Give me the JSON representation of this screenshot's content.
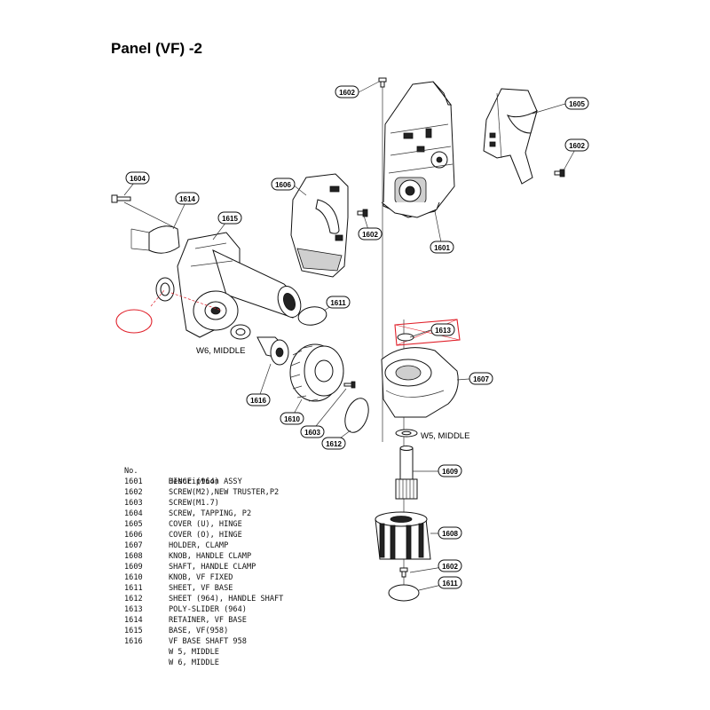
{
  "page": {
    "title": "Panel (VF) -2"
  },
  "callouts": {
    "c1601": "1601",
    "c1602a": "1602",
    "c1602b": "1602",
    "c1602c": "1602",
    "c1602d": "1602",
    "c1603": "1603",
    "c1604": "1604",
    "c1605": "1605",
    "c1606": "1606",
    "c1607": "1607",
    "c1608": "1608",
    "c1609": "1609",
    "c1610": "1610",
    "c1611a": "1611",
    "c1611b": "1611",
    "c1612": "1612",
    "c1613": "1613",
    "c1614": "1614",
    "c1615": "1615",
    "c1616": "1616"
  },
  "washer_labels": {
    "w6": "W6, MIDDLE",
    "w5": "W5, MIDDLE"
  },
  "highlight_color": "#e0202a",
  "parts_table": {
    "header_no": "No.",
    "header_desc": "Description",
    "rows": [
      {
        "no": "1601",
        "desc": "HINGE (964) ASSY"
      },
      {
        "no": "1602",
        "desc": "SCREW(M2),NEW TRUSTER,P2"
      },
      {
        "no": "1603",
        "desc": "SCREW(M1.7)"
      },
      {
        "no": "1604",
        "desc": "SCREW, TAPPING, P2"
      },
      {
        "no": "1605",
        "desc": "COVER (U), HINGE"
      },
      {
        "no": "1606",
        "desc": "COVER (O), HINGE"
      },
      {
        "no": "1607",
        "desc": "HOLDER, CLAMP"
      },
      {
        "no": "1608",
        "desc": "KNOB, HANDLE CLAMP"
      },
      {
        "no": "1609",
        "desc": "SHAFT, HANDLE CLAMP"
      },
      {
        "no": "1610",
        "desc": "KNOB, VF FIXED"
      },
      {
        "no": "1611",
        "desc": "SHEET, VF BASE"
      },
      {
        "no": "1612",
        "desc": "SHEET (964), HANDLE SHAFT"
      },
      {
        "no": "1613",
        "desc": "POLY-SLIDER (964)"
      },
      {
        "no": "1614",
        "desc": "RETAINER, VF BASE"
      },
      {
        "no": "1615",
        "desc": "BASE, VF(958)"
      },
      {
        "no": "1616",
        "desc": "VF BASE SHAFT 958"
      },
      {
        "no": "",
        "desc": "W 5, MIDDLE"
      },
      {
        "no": "",
        "desc": "W 6, MIDDLE"
      }
    ]
  }
}
